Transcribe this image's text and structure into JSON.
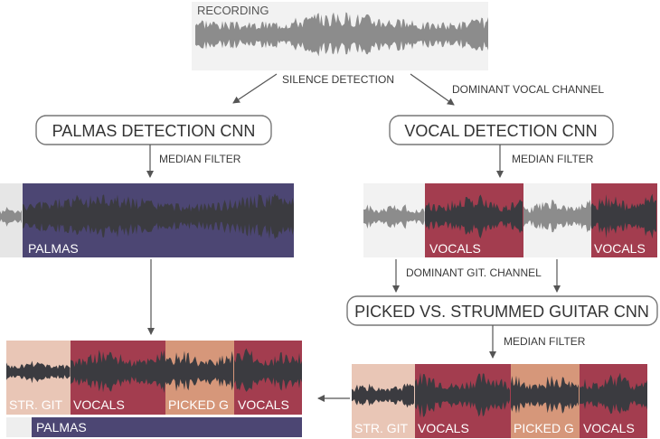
{
  "colors": {
    "gray_bg": "#f2f2f2",
    "palmas": "#4c4673",
    "vocals": "#a33d4f",
    "str_git": "#e9c6b6",
    "picked": "#d6977a",
    "light_strip": "#e6e6e6",
    "wave_light": "#8c8c8c",
    "wave_dark": "#3b3b40"
  },
  "recording": {
    "label": "RECORDING"
  },
  "arrows": {
    "silence": "SILENCE DETECTION",
    "dominant_vocal": "DOMINANT VOCAL CHANNEL",
    "median_left": "MEDIAN FILTER",
    "median_right": "MEDIAN FILTER",
    "dominant_git": "DOMINANT GIT. CHANNEL",
    "median_guitar": "MEDIAN FILTER"
  },
  "boxes": {
    "palmas_cnn": "PALMAS DETECTION CNN",
    "vocal_cnn": "VOCAL DETECTION CNN",
    "guitar_cnn": "PICKED VS. STRUMMED GUITAR CNN"
  },
  "palmas_track": {
    "label": "PALMAS"
  },
  "vocal_track": {
    "segments": [
      "VOCALS",
      "VOCALS"
    ]
  },
  "guitar_track": {
    "segments": [
      "STR. GIT",
      "VOCALS",
      "PICKED G",
      "VOCALS"
    ]
  },
  "final_track": {
    "segments": [
      "STR. GIT",
      "VOCALS",
      "PICKED G",
      "VOCALS"
    ],
    "palmas_bar": "PALMAS"
  }
}
